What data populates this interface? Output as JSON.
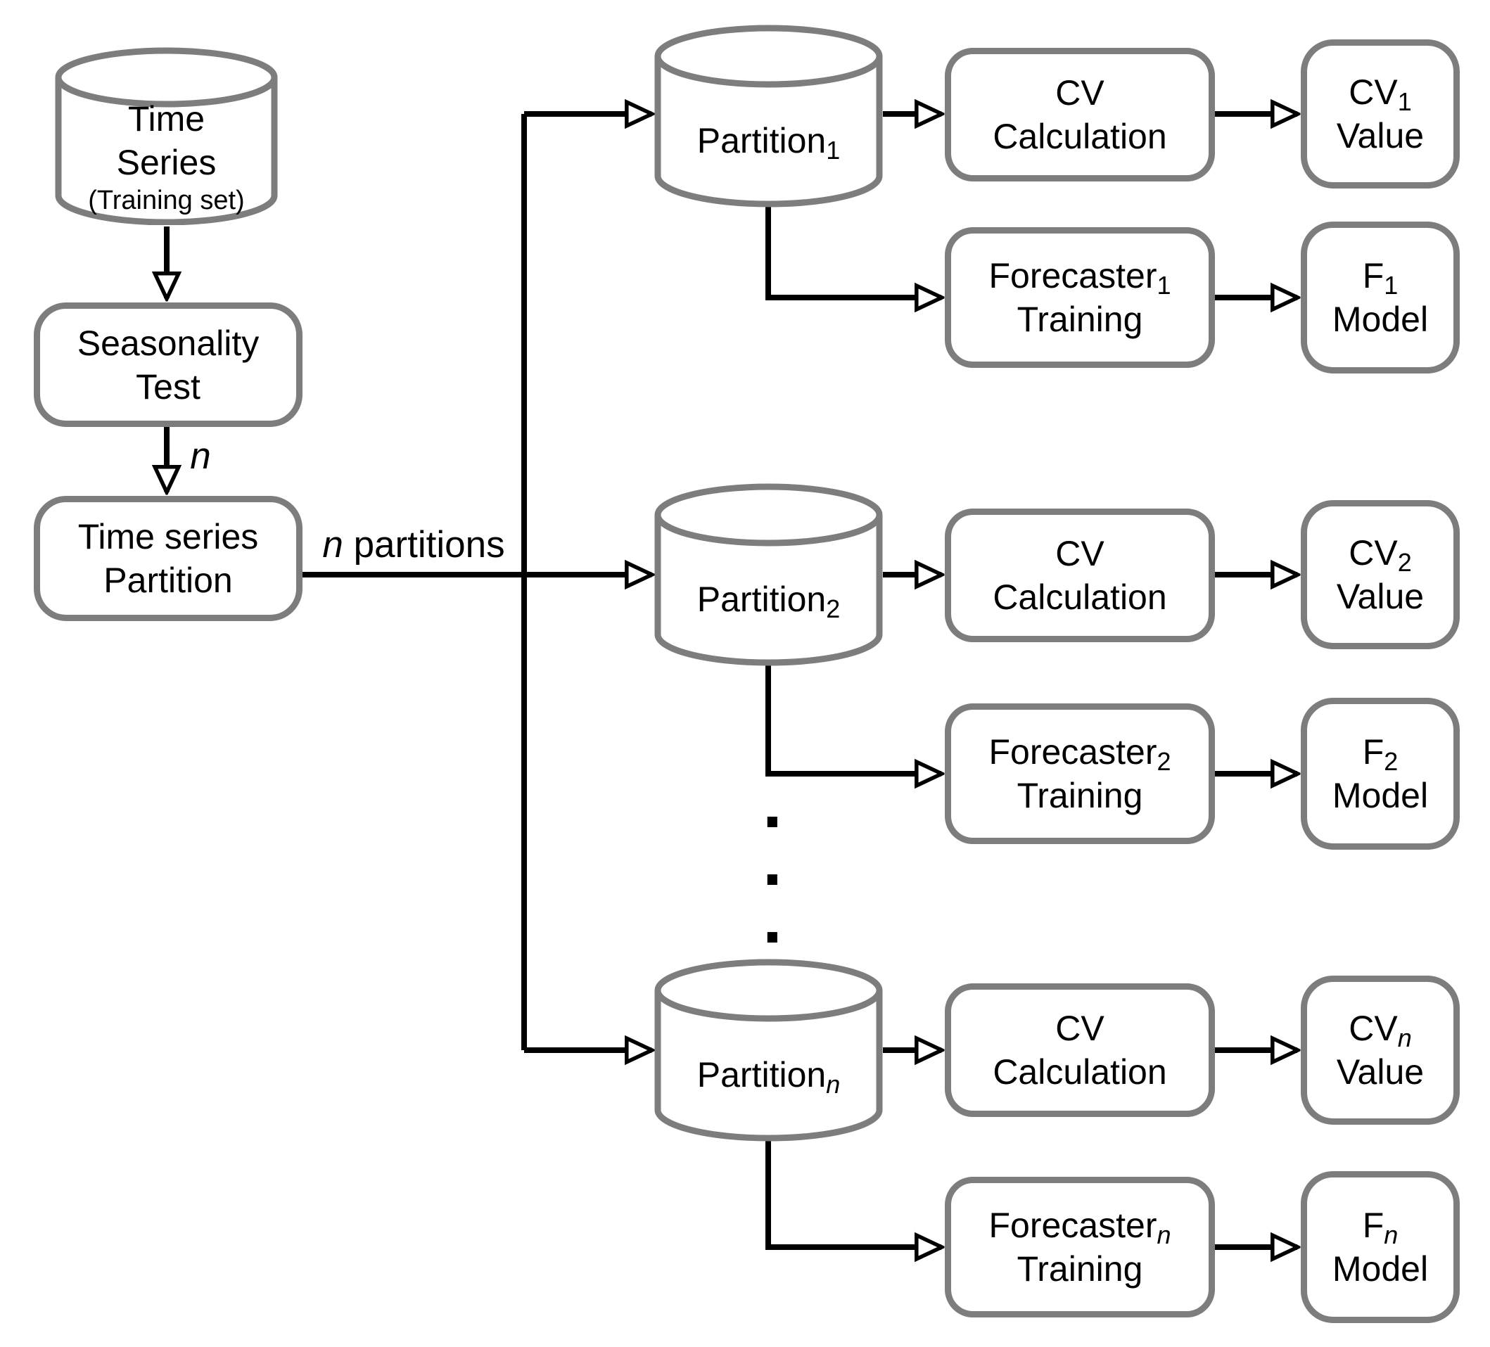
{
  "colors": {
    "box_border": "#7d7d7d",
    "arrow": "#000000",
    "text": "#000000",
    "background": "#ffffff"
  },
  "source_db": {
    "line1": "Time",
    "line2": "Series",
    "line3": "(Training set)"
  },
  "seasonality_box": {
    "line1": "Seasonality",
    "line2": "Test"
  },
  "n_arrow_label": "n",
  "partition_box": {
    "line1": "Time series",
    "line2": "Partition"
  },
  "branch_label": {
    "italic": "n",
    "rest": " partitions"
  },
  "ellipsis_dot": ".",
  "rows": [
    {
      "partition": {
        "base": "Partition",
        "sub": "1"
      },
      "cv_calc": {
        "line1": "CV",
        "line2": "Calculation"
      },
      "cv_value": {
        "base": "CV",
        "sub": "1",
        "line2": "Value"
      },
      "forecaster": {
        "base": "Forecaster",
        "sub": "1",
        "line2": "Training"
      },
      "model": {
        "base": "F",
        "sub": "1",
        "line2": "Model"
      }
    },
    {
      "partition": {
        "base": "Partition",
        "sub": "2"
      },
      "cv_calc": {
        "line1": "CV",
        "line2": "Calculation"
      },
      "cv_value": {
        "base": "CV",
        "sub": "2",
        "line2": "Value"
      },
      "forecaster": {
        "base": "Forecaster",
        "sub": "2",
        "line2": "Training"
      },
      "model": {
        "base": "F",
        "sub": "2",
        "line2": "Model"
      }
    },
    {
      "partition": {
        "base": "Partition",
        "sub": "n"
      },
      "cv_calc": {
        "line1": "CV",
        "line2": "Calculation"
      },
      "cv_value": {
        "base": "CV",
        "sub": "n",
        "line2": "Value"
      },
      "forecaster": {
        "base": "Forecaster",
        "sub": "n",
        "line2": "Training"
      },
      "model": {
        "base": "F",
        "sub": "n",
        "line2": "Model"
      }
    }
  ]
}
